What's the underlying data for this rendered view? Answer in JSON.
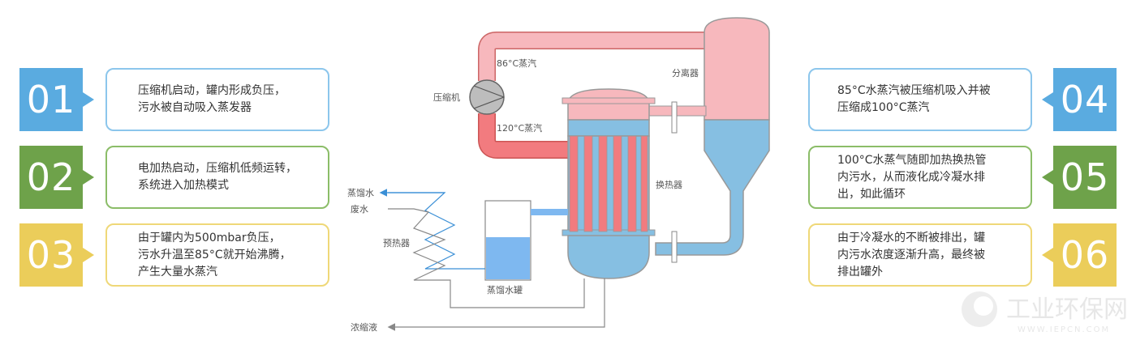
{
  "steps": [
    {
      "num": "01",
      "text": "压缩机启动，罐内形成负压，\n污水被自动吸入蒸发器",
      "color": "#5aabe0"
    },
    {
      "num": "02",
      "text": "电加热启动，压缩机低频运转，\n系统进入加热模式",
      "color": "#6ea24a"
    },
    {
      "num": "03",
      "text": "由于罐内为500mbar负压，\n污水升温至85°C就开始沸腾，\n产生大量水蒸汽",
      "color": "#ebcd5a"
    },
    {
      "num": "04",
      "text": "85°C水蒸汽被压缩机吸入并被\n压缩成100°C蒸汽",
      "color": "#5aabe0"
    },
    {
      "num": "05",
      "text": "100°C水蒸气随即加热换热管\n内污水，从而液化成冷凝水排\n出，如此循环",
      "color": "#6ea24a"
    },
    {
      "num": "06",
      "text": "由于冷凝水的不断被排出，罐\n内污水浓度逐渐升高，最终被\n排出罐外",
      "color": "#ebcd5a"
    }
  ],
  "diagram": {
    "steam86": "86°C蒸汽",
    "steam120": "120°C蒸汽",
    "compressor": "压缩机",
    "separator": "分离器",
    "heat_exchanger": "换热器",
    "distilled_water": "蒸馏水",
    "waste_water": "废水",
    "preheater": "预热器",
    "distilled_tank": "蒸馏水罐",
    "concentrate": "浓缩液"
  },
  "watermark": {
    "name": "工业环保网",
    "url": "WWW.IEPCN.COM"
  }
}
